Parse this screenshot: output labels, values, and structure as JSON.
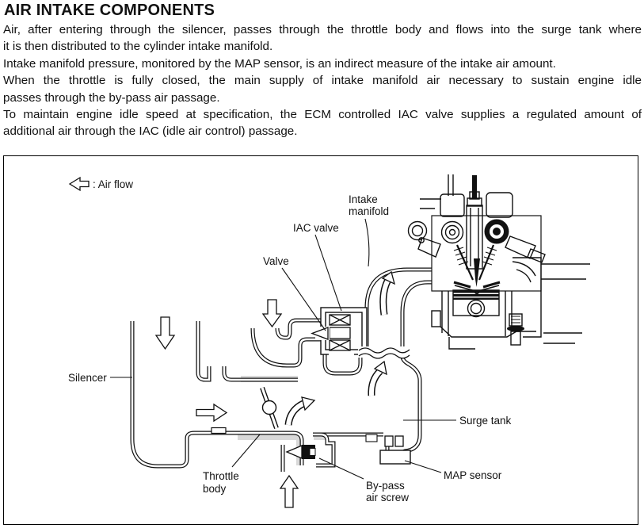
{
  "document": {
    "heading": "AIR INTAKE COMPONENTS",
    "body_lines": [
      "Air, after entering through the silencer, passes through the throttle body and flows into the surge tank where",
      "it is then distributed to the cylinder intake manifold.",
      "Intake manifold pressure, monitored by the MAP sensor, is an indirect measure of the intake air amount.",
      "When the throttle is fully closed, the main supply of intake manifold air necessary to sustain engine idle",
      "passes through the by-pass air passage.",
      "To maintain engine idle speed at specification, the ECM controlled IAC valve supplies a regulated amount of",
      "additional air through the IAC (idle air control) passage."
    ]
  },
  "diagram": {
    "legend_label": ": Air flow",
    "labels": {
      "intake_manifold_1": "Intake",
      "intake_manifold_2": "manifold",
      "iac_valve": "IAC valve",
      "valve": "Valve",
      "silencer": "Silencer",
      "throttle_body_1": "Throttle",
      "throttle_body_2": "body",
      "bypass_1": "By-pass",
      "bypass_2": "air screw",
      "map_sensor": "MAP sensor",
      "surge_tank": "Surge tank"
    },
    "colors": {
      "line": "#111111",
      "wall_shading": "#d9d9d9",
      "background": "#ffffff"
    }
  }
}
